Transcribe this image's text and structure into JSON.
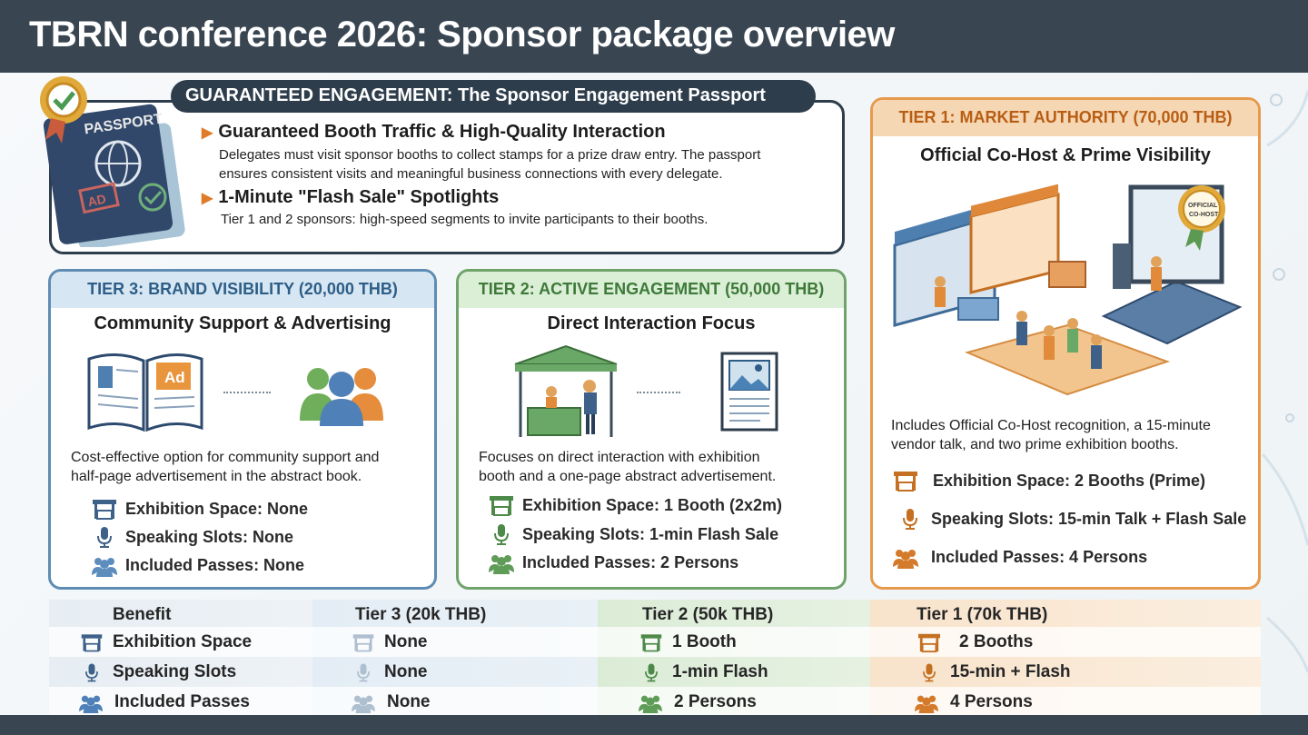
{
  "title": "TBRN conference 2026: Sponsor package overview",
  "passport": {
    "heading": "GUARANTEED ENGAGEMENT: The Sponsor Engagement Passport",
    "icon_text": "PASSPORT",
    "ad_stamp": "AD",
    "bullets": [
      {
        "title": "Guaranteed Booth Traffic & High-Quality Interaction",
        "desc_line1": "Delegates must visit sponsor booths to collect stamps for a prize draw entry. The passport",
        "desc_line2": "ensures consistent visits and meaningful business connections with every delegate."
      },
      {
        "title": "1-Minute \"Flash Sale\" Spotlights",
        "desc_line1": "Tier 1 and 2 sponsors: high-speed segments to invite participants to their booths."
      }
    ]
  },
  "tier3": {
    "head": "TIER 3: BRAND VISIBILITY (20,000 THB)",
    "subtitle": "Community Support & Advertising",
    "ad_label": "Ad",
    "desc_line1": "Cost-effective option for community support and",
    "desc_line2": "half-page advertisement in the abstract book.",
    "features": [
      "Exhibition Space: None",
      "Speaking Slots: None",
      "Included Passes: None"
    ]
  },
  "tier2": {
    "head": "TIER 2: ACTIVE ENGAGEMENT (50,000 THB)",
    "subtitle": "Direct Interaction Focus",
    "desc_line1": "Focuses on direct interaction with exhibition",
    "desc_line2": "booth and a one-page abstract advertisement.",
    "features": [
      "Exhibition Space: 1 Booth (2x2m)",
      "Speaking Slots: 1-min Flash Sale",
      "Included Passes: 2 Persons"
    ]
  },
  "tier1": {
    "head": "TIER 1: MARKET AUTHORITY (70,000 THB)",
    "subtitle": "Official Co-Host & Prime Visibility",
    "badge_line1": "OFFICIAL",
    "badge_line2": "CO-HOST",
    "desc_line1": "Includes Official Co-Host recognition, a 15-minute",
    "desc_line2": "vendor talk, and two prime exhibition booths.",
    "features": [
      "Exhibition Space: 2 Booths (Prime)",
      "Speaking Slots: 15-min Talk + Flash Sale",
      "Included Passes: 4 Persons"
    ]
  },
  "table": {
    "headers": [
      "Benefit",
      "Tier 3 (20k THB)",
      "Tier 2 (50k THB)",
      "Tier 1 (70k THB)"
    ],
    "rows": [
      [
        "Exhibition Space",
        "None",
        "1 Booth",
        "2 Booths"
      ],
      [
        "Speaking Slots",
        "None",
        "1-min Flash",
        "15-min + Flash"
      ],
      [
        "Included Passes",
        "None",
        "2 Persons",
        "4 Persons"
      ]
    ]
  },
  "colors": {
    "dark": "#394652",
    "tier3": "#5f8cb3",
    "tier2": "#6fa36a",
    "tier1": "#e69a4c"
  }
}
